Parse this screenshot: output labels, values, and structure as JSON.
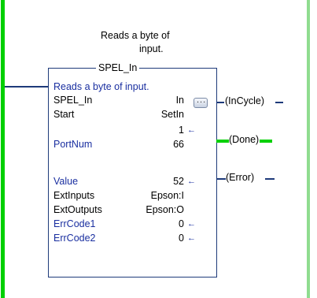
{
  "rung_comment": [
    "Reads a byte of",
    "input."
  ],
  "instruction": {
    "name": "SPEL_In",
    "description": "Reads a byte of input.",
    "rows": [
      {
        "label": "SPEL_In",
        "value": "In",
        "has_button": true
      },
      {
        "label": "Start",
        "value": "SetIn"
      },
      {
        "label": "",
        "value": "1",
        "arrow": "←"
      },
      {
        "label": "PortNum",
        "value": "66"
      },
      {
        "label": "Value",
        "value": "52",
        "arrow": "←"
      },
      {
        "label": "ExtInputs",
        "value": "Epson:I"
      },
      {
        "label": "ExtOutputs",
        "value": "Epson:O"
      },
      {
        "label": "ErrCode1",
        "value": "0",
        "arrow": "←"
      },
      {
        "label": "ErrCode2",
        "value": "0",
        "arrow": "←"
      }
    ]
  },
  "outputs": [
    {
      "text": "(InCycle)",
      "state": "false"
    },
    {
      "text": "(Done)",
      "state": "true"
    },
    {
      "text": "(Error)",
      "state": "false"
    }
  ],
  "colors": {
    "rail": "#00d000",
    "wire": "#1e3a7a",
    "label_blue": "#1a2fa0"
  }
}
